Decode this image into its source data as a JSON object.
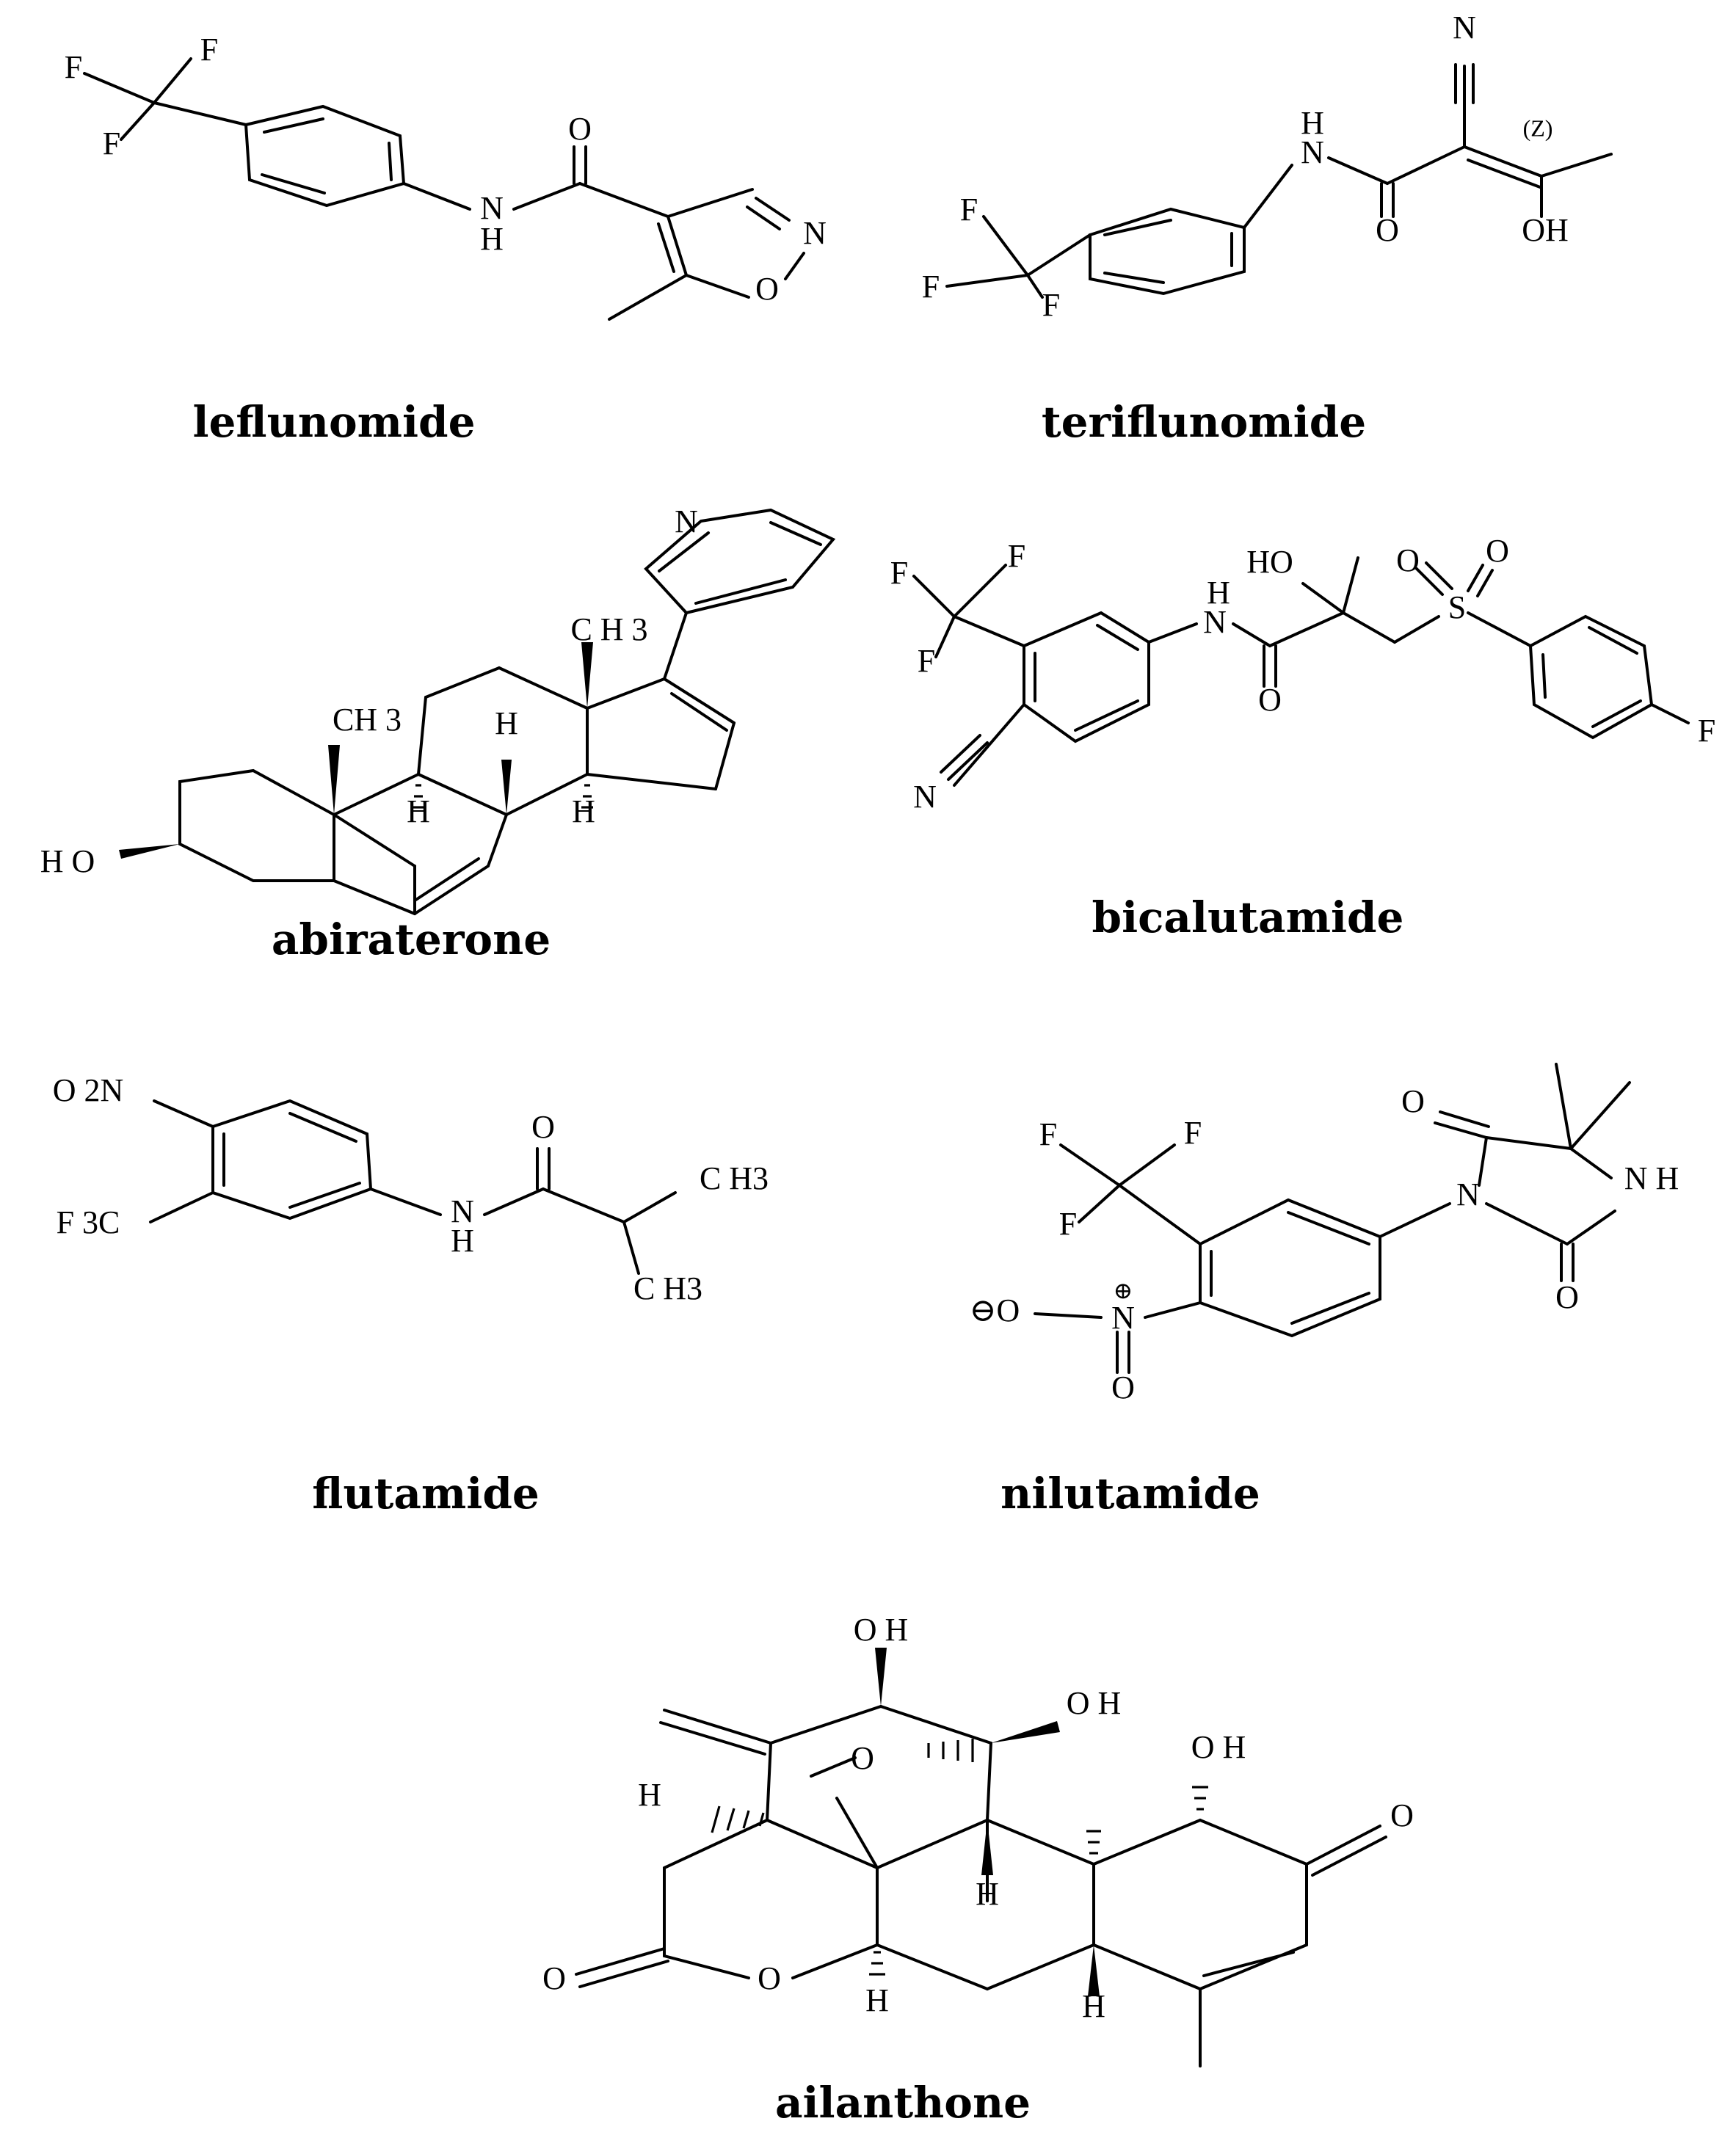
{
  "figure": {
    "captions": {
      "leflunomide": "leflunomide",
      "teriflunomide": "teriflunomide",
      "abiraterone": "abiraterone",
      "bicalutamide": "bicalutamide",
      "flutamide": "flutamide",
      "nilutamide": "nilutamide",
      "ailanthone": "ailanthone"
    },
    "atom_labels": {
      "F": "F",
      "N": "N",
      "O": "O",
      "NH_H": "H",
      "S": "S",
      "H": "H",
      "HO": "HO",
      "OH": "OH",
      "OH_spaced": "O H",
      "HO_spaced": "H O",
      "NH": "N H",
      "CH3": "C H 3",
      "CH3_b": "CH 3",
      "CH3_c": "C H3",
      "Z": "(Z)",
      "O2N": "O 2N",
      "F3C": "F 3C",
      "minusO": "⊖O",
      "plusN": "⊕"
    }
  }
}
